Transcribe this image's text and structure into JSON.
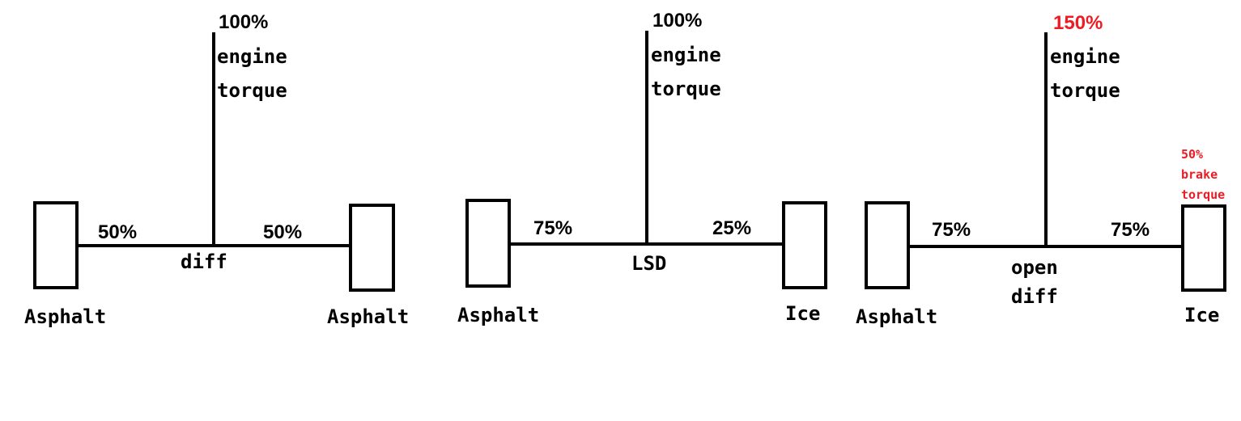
{
  "colors": {
    "line": "#000000",
    "highlight": "#ed1c24"
  },
  "panels": [
    {
      "engine_pct": "100%",
      "engine_label_1": "engine",
      "engine_label_2": "torque",
      "left_pct": "50%",
      "right_pct": "50%",
      "diff_label": [
        "diff"
      ],
      "left_surface": "Asphalt",
      "right_surface": "Asphalt"
    },
    {
      "engine_pct": "100%",
      "engine_label_1": "engine",
      "engine_label_2": "torque",
      "left_pct": "75%",
      "right_pct": "25%",
      "diff_label": [
        "LSD"
      ],
      "left_surface": "Asphalt",
      "right_surface": "Ice"
    },
    {
      "engine_pct": "150%",
      "engine_label_1": "engine",
      "engine_label_2": "torque",
      "left_pct": "75%",
      "right_pct": "75%",
      "diff_label": [
        "open",
        "diff"
      ],
      "left_surface": "Asphalt",
      "right_surface": "Ice",
      "brake": {
        "pct": "50%",
        "label_1": "brake",
        "label_2": "torque"
      }
    }
  ]
}
